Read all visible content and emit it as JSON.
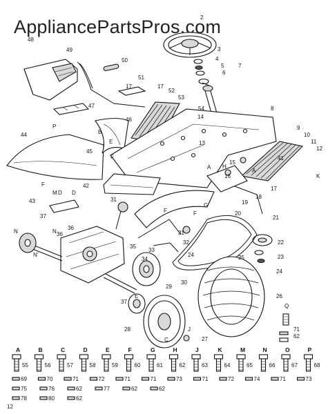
{
  "watermark": "AppliancePartsPros.com",
  "parts": {
    "p2": "2",
    "p3": "3",
    "p4": "4",
    "p5": "5",
    "p6": "6",
    "p7": "7",
    "p8": "8",
    "p9": "9",
    "p10": "10",
    "p11": "11",
    "p12": "12",
    "p13": "13",
    "p14": "14",
    "p15": "15",
    "p16": "16",
    "p17a": "17",
    "p17b": "17",
    "p17c": "17",
    "p18": "18",
    "p19": "19",
    "p20": "20",
    "p21": "21",
    "p22": "22",
    "p23": "23",
    "p24a": "24",
    "p24b": "24",
    "p25": "25",
    "p26": "26",
    "p27": "27",
    "p28": "28",
    "p29": "29",
    "p30": "30",
    "p31a": "31",
    "p31b": "31",
    "p32": "32",
    "p33": "33",
    "p34": "34",
    "p35": "35",
    "p36": "36",
    "p36b": "36",
    "p37a": "37",
    "p37b": "37",
    "p41": "41",
    "p42": "42",
    "p43": "43",
    "p44": "44",
    "p45": "45",
    "p46": "46",
    "p47": "47",
    "p48": "48",
    "p49": "49",
    "p50": "50",
    "p51": "51",
    "p52": "52",
    "p53": "53",
    "p54": "54",
    "p62": "62",
    "p71": "71",
    "lB": "B",
    "lD1": "D",
    "lD2": "D",
    "lF1": "F",
    "lF2": "F",
    "lF3": "F",
    "lF4": "F",
    "lG": "G",
    "lH": "H",
    "lK": "K",
    "lM": "M",
    "lN1": "N",
    "lN2": "N'",
    "lN3": "N",
    "lP": "P",
    "lQ": "Q",
    "lA1": "A",
    "lA2": "A",
    "lE1": "E",
    "lE2": "E",
    "lC": "C",
    "lJ": "J"
  },
  "hardware": [
    {
      "letter": "A",
      "num": "55"
    },
    {
      "letter": "B",
      "num": "56"
    },
    {
      "letter": "C",
      "num": "57"
    },
    {
      "letter": "D",
      "num": "58"
    },
    {
      "letter": "E",
      "num": "59"
    },
    {
      "letter": "F",
      "num": "60"
    },
    {
      "letter": "G",
      "num": "61"
    },
    {
      "letter": "H",
      "num": "62"
    },
    {
      "letter": "J",
      "num": "63"
    },
    {
      "letter": "K",
      "num": "64"
    },
    {
      "letter": "M",
      "num": "65"
    },
    {
      "letter": "N",
      "num": "66"
    },
    {
      "letter": "O",
      "num": "67"
    },
    {
      "letter": "P",
      "num": "68"
    }
  ],
  "hardware_extras": {
    "r1": [
      "69",
      "70",
      "71",
      "72",
      "71",
      "71",
      "73",
      "71",
      "72",
      "74",
      "71",
      "73"
    ],
    "r2": [
      "75",
      "76",
      "62",
      "77",
      "62",
      "62"
    ],
    "r3": [
      "78",
      "80",
      "62"
    ],
    "q_71": "71",
    "q_62": "62",
    "corner": "12"
  }
}
